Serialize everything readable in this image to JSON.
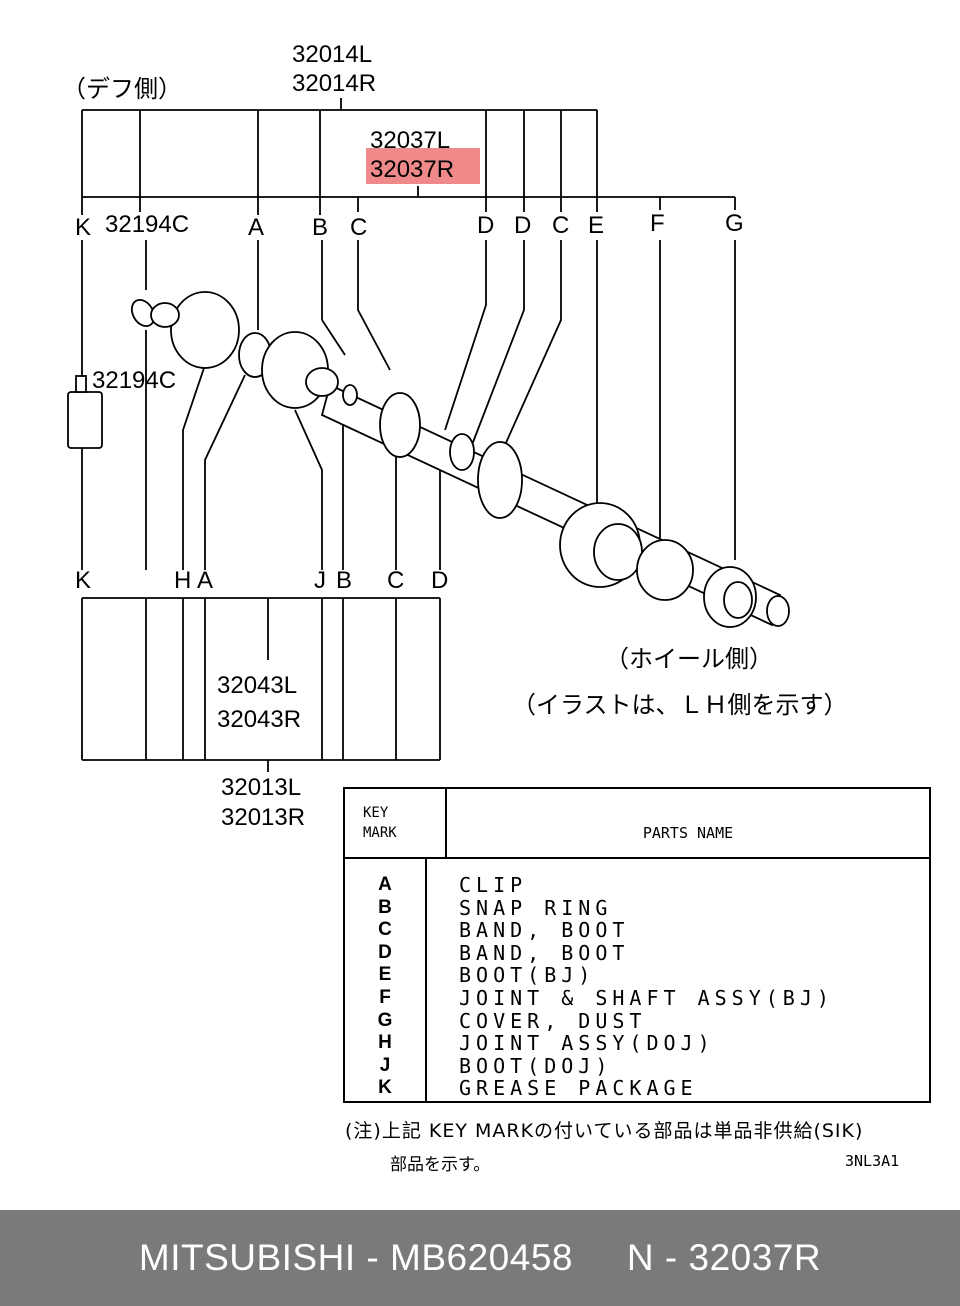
{
  "labels": {
    "part_32014": [
      "32014L",
      "32014R"
    ],
    "part_32037": [
      "32037L",
      "32037R"
    ],
    "part_32194c_top": "32194C",
    "part_32194c_side": "32194C",
    "part_32043": [
      "32043L",
      "32043R"
    ],
    "part_32013": [
      "32013L",
      "32013R"
    ],
    "diff_side": "（デフ側）",
    "wheel_side": "（ホイール側）",
    "illustration_note": "（イラストは、ＬＨ側を示す）",
    "top_keys": [
      "K",
      "A",
      "B",
      "C",
      "D",
      "D",
      "C",
      "E",
      "F",
      "G"
    ],
    "bottom_keys": [
      "K",
      "H",
      "A",
      "J",
      "B",
      "C",
      "D"
    ]
  },
  "highlight_color": "#f08a8a",
  "table": {
    "header_key": [
      "KEY",
      "MARK"
    ],
    "header_name": "PARTS NAME",
    "rows": [
      {
        "key": "A",
        "name": "CLIP"
      },
      {
        "key": "B",
        "name": "SNAP RING"
      },
      {
        "key": "C",
        "name": "BAND, BOOT"
      },
      {
        "key": "D",
        "name": "BAND, BOOT"
      },
      {
        "key": "E",
        "name": "BOOT(BJ)"
      },
      {
        "key": "F",
        "name": "JOINT & SHAFT ASSY(BJ)"
      },
      {
        "key": "G",
        "name": "COVER, DUST"
      },
      {
        "key": "H",
        "name": "JOINT ASSY(DOJ)"
      },
      {
        "key": "J",
        "name": "BOOT(DOJ)"
      },
      {
        "key": "K",
        "name": "GREASE PACKAGE"
      }
    ]
  },
  "notes": {
    "line1": "(注)上記 KEY MARKの付いている部品は単品非供給(SIK)",
    "line2": "部品を示す。",
    "figure_code": "3NL3A1"
  },
  "footer": {
    "brand": "MITSUBISHI",
    "part_number": "MB620458",
    "reference": "N - 32037R"
  }
}
